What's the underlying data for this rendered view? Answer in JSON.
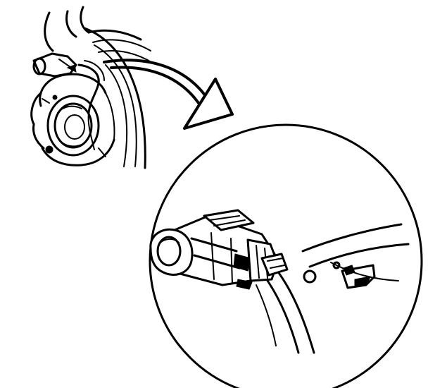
{
  "figure": {
    "colors": {
      "ink": "#000000",
      "paper": "#ffffff"
    },
    "parts": [
      "wheel-hub-assembly",
      "wheel-speed-sensor-harness",
      "callout-arrow",
      "detail-magnifier-circle",
      "sensor-electrical-connector",
      "wiring-harness",
      "retaining-clip",
      "mounting-bracket"
    ]
  }
}
